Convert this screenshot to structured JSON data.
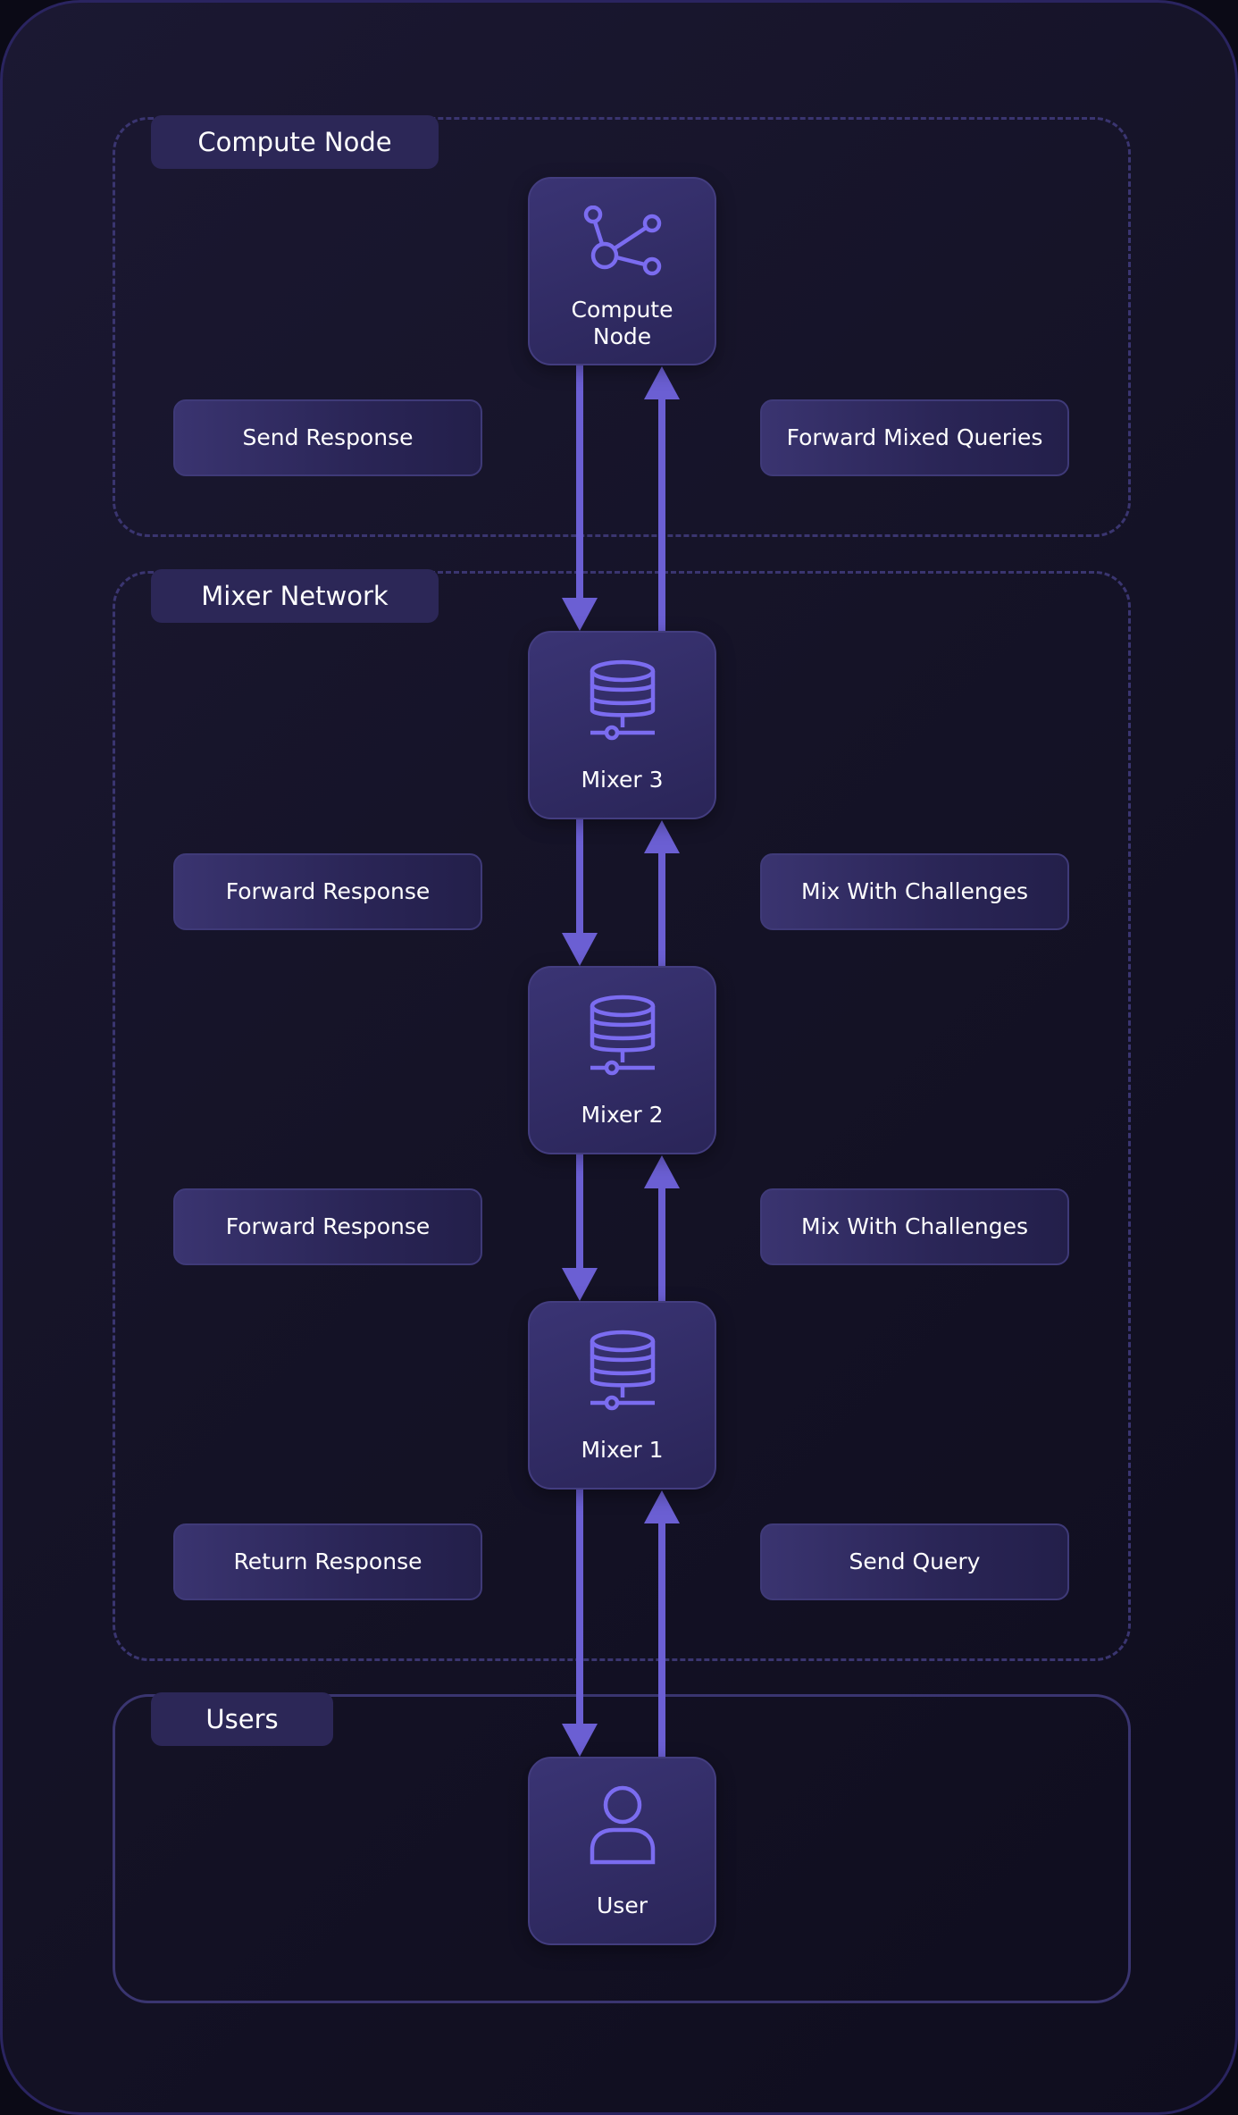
{
  "groups": {
    "compute": {
      "label": "Compute Node"
    },
    "mixer": {
      "label": "Mixer Network"
    },
    "users": {
      "label": "Users"
    }
  },
  "nodes": {
    "compute": {
      "label_line1": "Compute",
      "label_line2": "Node",
      "icon": "network-share-icon"
    },
    "mixer3": {
      "label": "Mixer 3",
      "icon": "database-icon"
    },
    "mixer2": {
      "label": "Mixer 2",
      "icon": "database-icon"
    },
    "mixer1": {
      "label": "Mixer 1",
      "icon": "database-icon"
    },
    "user": {
      "label": "User",
      "icon": "user-icon"
    }
  },
  "edges": {
    "send_response": "Send Response",
    "forward_mixed_queries": "Forward Mixed Queries",
    "forward_response_3": "Forward Response",
    "mix_with_challenges_3": "Mix With Challenges",
    "forward_response_2": "Forward Response",
    "mix_with_challenges_2": "Mix With Challenges",
    "return_response": "Return Response",
    "send_query": "Send Query"
  },
  "colors": {
    "accent": "#6b5fd3",
    "icon": "#7b6cf0",
    "background": "#151327",
    "node_fill": "#332d6a",
    "group_border": "#3a3570"
  }
}
